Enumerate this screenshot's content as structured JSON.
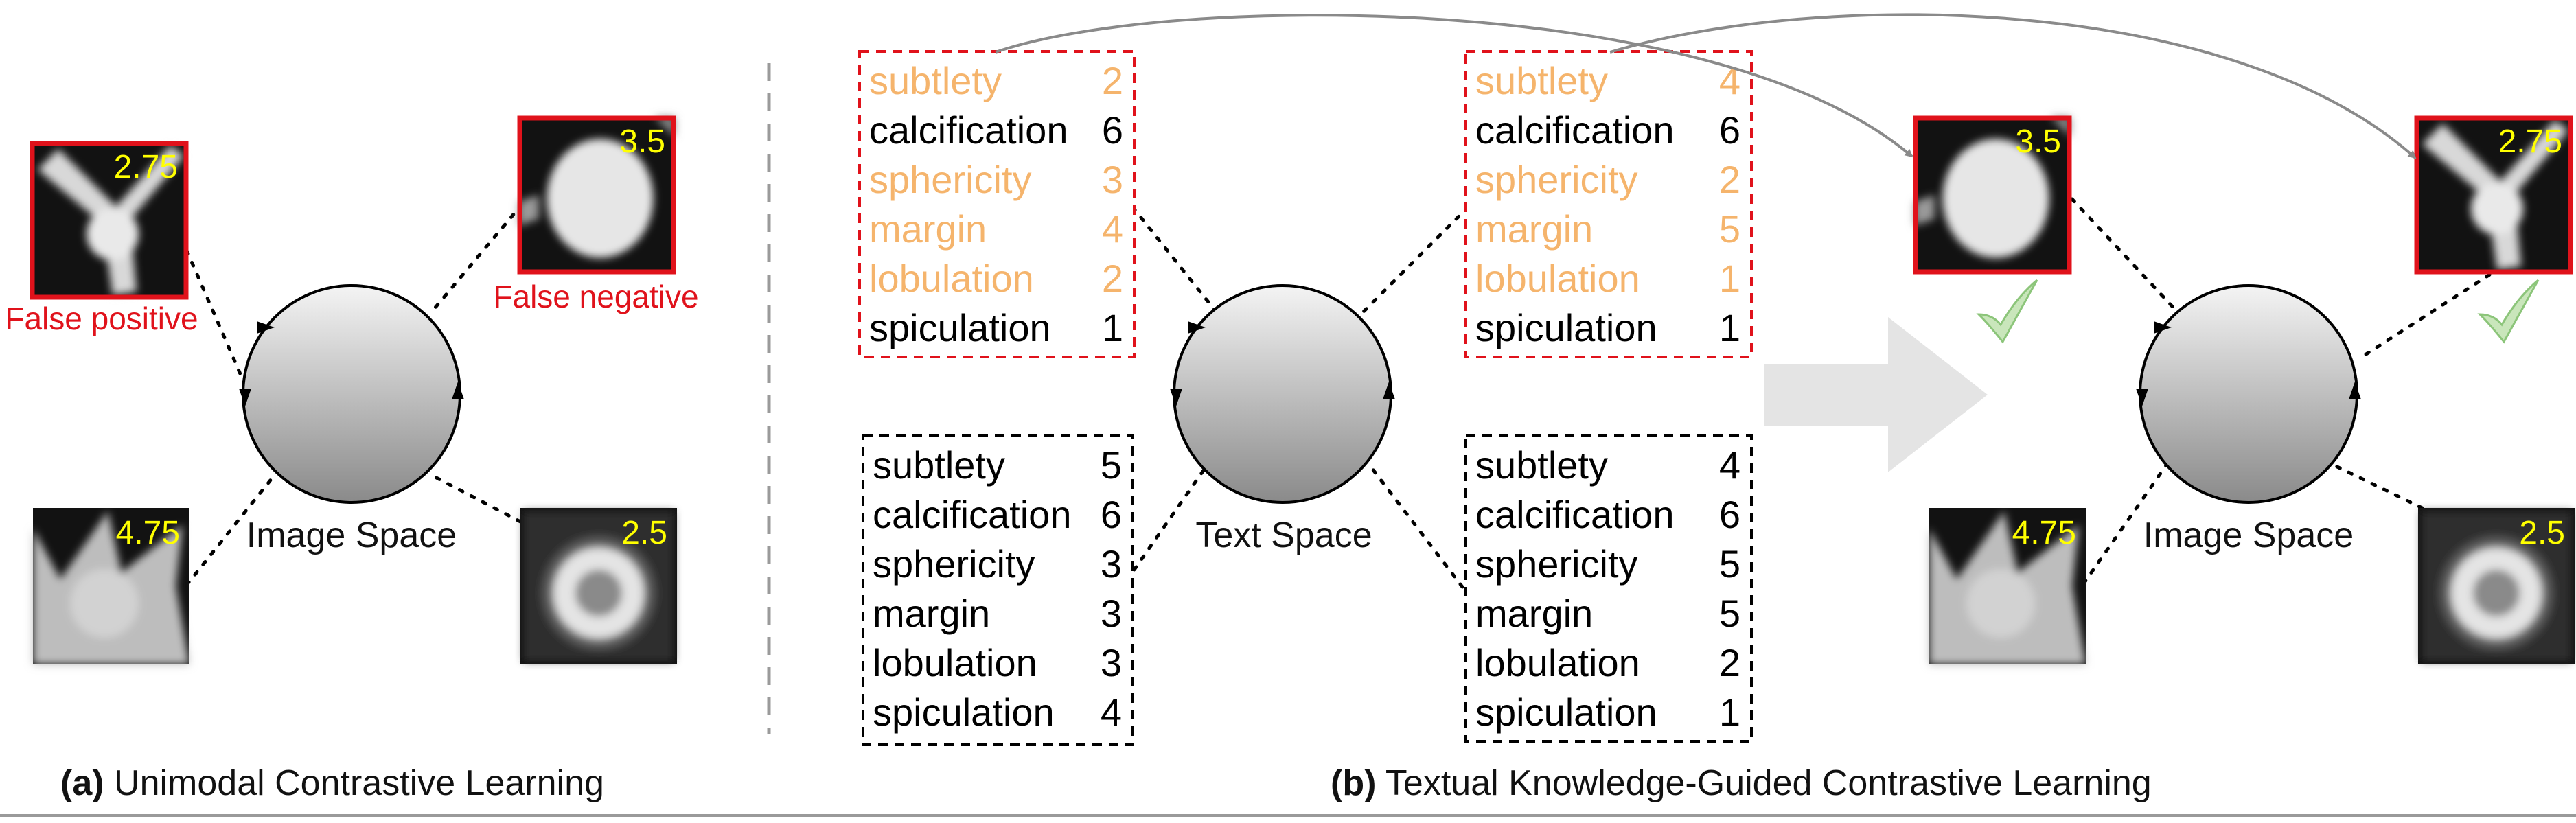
{
  "colors": {
    "error_red": "#e0121b",
    "highlight_orange": "#f5b46c",
    "score_yellow": "#ffff00",
    "check_green": "#b9dcaa",
    "arrow_gray": "#d9d9d9"
  },
  "panel_a": {
    "caption_letter": "(a)",
    "caption_text": " Unimodal Contrastive Learning",
    "space_label": "Image Space",
    "images": [
      {
        "score": "2.75",
        "flagged": true,
        "label": "False positive",
        "style": "y-nodule"
      },
      {
        "score": "3.5",
        "flagged": true,
        "label": "False negative",
        "style": "round-nodule"
      },
      {
        "score": "4.75",
        "flagged": false,
        "label": "",
        "style": "spiky-nodule"
      },
      {
        "score": "2.5",
        "flagged": false,
        "label": "",
        "style": "ring-nodule"
      }
    ]
  },
  "panel_b": {
    "caption_letter": "(b)",
    "caption_text": " Textual Knowledge-Guided Contrastive Learning",
    "text_space_label": "Text Space",
    "image_space_label": "Image Space",
    "text_boxes": [
      {
        "flagged": true,
        "attributes": [
          {
            "name": "subtlety",
            "value": "2",
            "highlight": true
          },
          {
            "name": "calcification",
            "value": "6",
            "highlight": false
          },
          {
            "name": "sphericity",
            "value": "3",
            "highlight": true
          },
          {
            "name": "margin",
            "value": "4",
            "highlight": true
          },
          {
            "name": "lobulation",
            "value": "2",
            "highlight": true
          },
          {
            "name": "spiculation",
            "value": "1",
            "highlight": false
          }
        ]
      },
      {
        "flagged": true,
        "attributes": [
          {
            "name": "subtlety",
            "value": "4",
            "highlight": true
          },
          {
            "name": "calcification",
            "value": "6",
            "highlight": false
          },
          {
            "name": "sphericity",
            "value": "2",
            "highlight": true
          },
          {
            "name": "margin",
            "value": "5",
            "highlight": true
          },
          {
            "name": "lobulation",
            "value": "1",
            "highlight": true
          },
          {
            "name": "spiculation",
            "value": "1",
            "highlight": false
          }
        ]
      },
      {
        "flagged": false,
        "attributes": [
          {
            "name": "subtlety",
            "value": "5",
            "highlight": false
          },
          {
            "name": "calcification",
            "value": "6",
            "highlight": false
          },
          {
            "name": "sphericity",
            "value": "3",
            "highlight": false
          },
          {
            "name": "margin",
            "value": "3",
            "highlight": false
          },
          {
            "name": "lobulation",
            "value": "3",
            "highlight": false
          },
          {
            "name": "spiculation",
            "value": "4",
            "highlight": false
          }
        ]
      },
      {
        "flagged": false,
        "attributes": [
          {
            "name": "subtlety",
            "value": "4",
            "highlight": false
          },
          {
            "name": "calcification",
            "value": "6",
            "highlight": false
          },
          {
            "name": "sphericity",
            "value": "5",
            "highlight": false
          },
          {
            "name": "margin",
            "value": "5",
            "highlight": false
          },
          {
            "name": "lobulation",
            "value": "2",
            "highlight": false
          },
          {
            "name": "spiculation",
            "value": "1",
            "highlight": false
          }
        ]
      }
    ],
    "images": [
      {
        "score": "3.5",
        "flagged": true,
        "checked": true,
        "style": "round-nodule"
      },
      {
        "score": "2.75",
        "flagged": true,
        "checked": true,
        "style": "y-nodule"
      },
      {
        "score": "4.75",
        "flagged": false,
        "checked": false,
        "style": "spiky-nodule"
      },
      {
        "score": "2.5",
        "flagged": false,
        "checked": false,
        "style": "ring-nodule"
      }
    ]
  }
}
